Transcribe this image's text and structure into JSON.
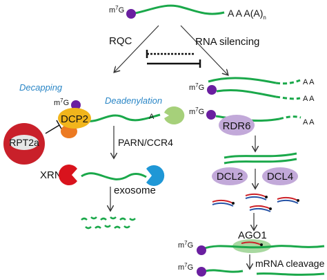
{
  "cap": {
    "m": "m",
    "sup": "7",
    "g": "G"
  },
  "polyA": {
    "main": "A A A(A)",
    "sub": "n"
  },
  "pathways": {
    "rqc": "RQC",
    "silencing": "RNA silencing"
  },
  "rqc": {
    "decapping": "Decapping",
    "deadenylation": "Deadenylation",
    "dcp2": "DCP2",
    "rpt2a": "RPT2a",
    "a_label": "A",
    "parn_ccr4": "PARN/CCR4",
    "xrn4": "XRN4",
    "exosome": "exosome"
  },
  "silencing": {
    "aa": "A A",
    "rdr6": "RDR6",
    "dcl2": "DCL2",
    "dcl4": "DCL4",
    "ago1": "AGO1",
    "cleavage": "mRNA cleavage"
  },
  "colors": {
    "rna": "#1aa84a",
    "cap": "#6a1fa0",
    "dcp2": "#f1b51c",
    "dcp2_under": "#ec7a22",
    "rpt2a": "#c9202a",
    "deadenylase": "#a6d07a",
    "xrn4": "#d9131d",
    "exosome": "#1f97d6",
    "dcl": "#c2a9d9",
    "ago1": "#a8d8a0",
    "sirna_red": "#cc2027",
    "sirna_blue": "#2653a6",
    "label_blue": "#2a86c6"
  }
}
